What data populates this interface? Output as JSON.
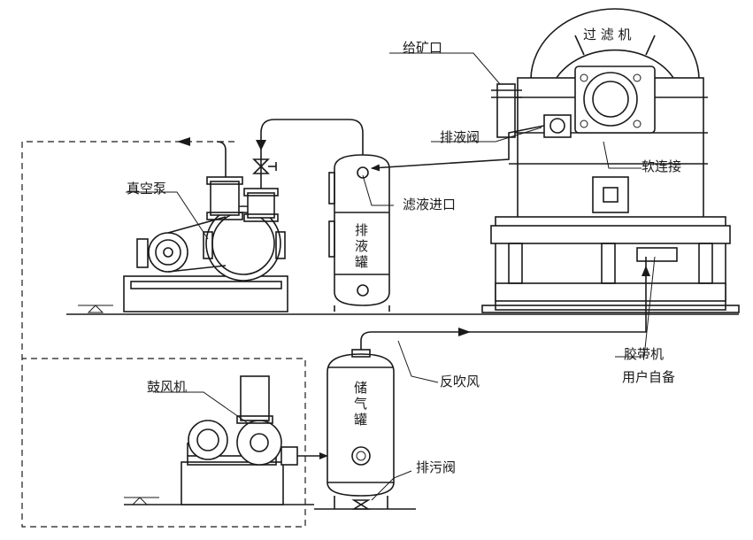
{
  "labels": {
    "filter": "过 滤 机",
    "feed_inlet": "给矿口",
    "drain_valve": "排液阀",
    "soft_connection": "软连接",
    "vacuum_pump": "真空泵",
    "filtrate_inlet": "滤液进口",
    "drain_tank": "排液罐",
    "belt_conveyor": "胶带机",
    "user_supplied": "用户自备",
    "back_blow_air": "反吹风",
    "blower": "鼓风机",
    "air_tank": "储气罐",
    "sewage_valve": "排污阀"
  },
  "colors": {
    "line": "#1a1a1a",
    "background": "#ffffff"
  }
}
